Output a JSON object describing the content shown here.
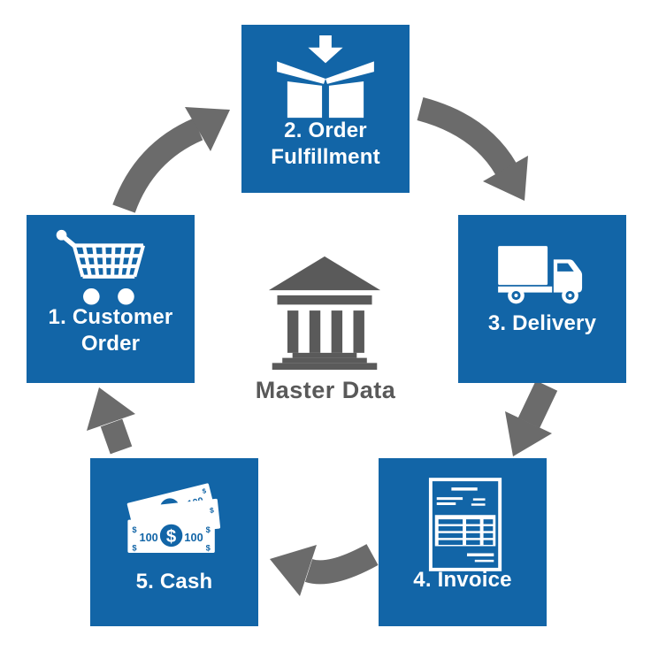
{
  "diagram": {
    "type": "cycle-process-diagram",
    "flow_direction": "clockwise",
    "background_color": "#ffffff",
    "node_color": "#1265a7",
    "node_text_color": "#ffffff",
    "arrow_color": "#6b6b6b",
    "center": {
      "label": "Master Data",
      "icon": "bank-icon",
      "icon_color": "#5a5a5a",
      "label_color": "#595959"
    },
    "nodes": [
      {
        "label": "1. Customer Order",
        "line1": "1. Customer",
        "line2": "Order",
        "icon": "shopping-cart-icon"
      },
      {
        "label": "2. Order Fulfillment",
        "line1": "2. Order",
        "line2": "Fulfillment",
        "icon": "open-box-icon"
      },
      {
        "label": "3. Delivery",
        "line1": "3. Delivery",
        "icon": "delivery-truck-icon"
      },
      {
        "label": "4. Invoice",
        "line1": "4. Invoice",
        "icon": "invoice-document-icon"
      },
      {
        "label": "5. Cash",
        "line1": "5. Cash",
        "icon": "money-bills-icon"
      }
    ],
    "cash_icon_text": {
      "denomination": "100",
      "currency_symbol": "$"
    },
    "connections": [
      "1. Customer Order → 2. Order Fulfillment",
      "2. Order Fulfillment → 3. Delivery",
      "3. Delivery → 4. Invoice",
      "4. Invoice → 5. Cash",
      "5. Cash → 1. Customer Order"
    ]
  }
}
